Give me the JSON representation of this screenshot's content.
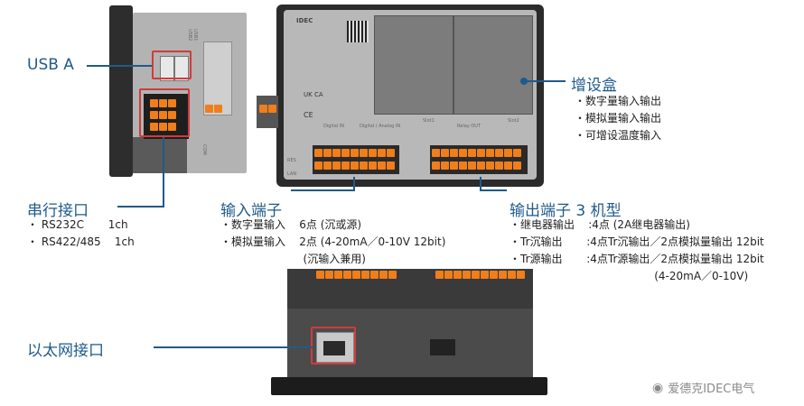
{
  "labels": {
    "usb": "USB A",
    "serial": {
      "title": "串行接口",
      "items": [
        "・ RS232C       1ch",
        "・ RS422/485    1ch"
      ]
    },
    "expansion": {
      "title": "增设盒",
      "items": [
        "・数字量输入输出",
        "・模拟量输入输出",
        "・可增设温度输入"
      ]
    },
    "input": {
      "title": "输入端子",
      "items": [
        "・数字量输入    6点 (沉或源)",
        "・模拟量输入    2点 (4-20mA／0-10V 12bit)",
        "                        (沉输入兼用)"
      ]
    },
    "output": {
      "title": "输出端子 3 机型",
      "items": [
        "・继电器输出    :4点 (2A继电器输出)",
        "・Tr沉输出       :4点Tr沉输出／2点模拟量输出 12bit",
        "・Tr源输出       :4点Tr源输出／2点模拟量输出 12bit",
        "                                          (4-20mA／0-10V)"
      ]
    },
    "ethernet": "以太网接口"
  },
  "device_text": {
    "brand": "IDEC",
    "slot1": "Slot1",
    "slot2": "Slot2",
    "digital_in": "Digital IN",
    "digital_analog_in": "Digital / Analog IN",
    "relay_out": "Relay OUT",
    "usb1": "USB1",
    "usb2": "USB2",
    "com": "COM",
    "res": "RES",
    "lan": "LAN",
    "ukca": "UK CA",
    "ce": "CE"
  },
  "watermark": "爱德克IDEC电气",
  "colors": {
    "accent": "#1f5a8c",
    "highlight": "#d13b3b",
    "terminal": "#f07e1a",
    "housing": "#b8b8b8",
    "dark": "#333333"
  }
}
